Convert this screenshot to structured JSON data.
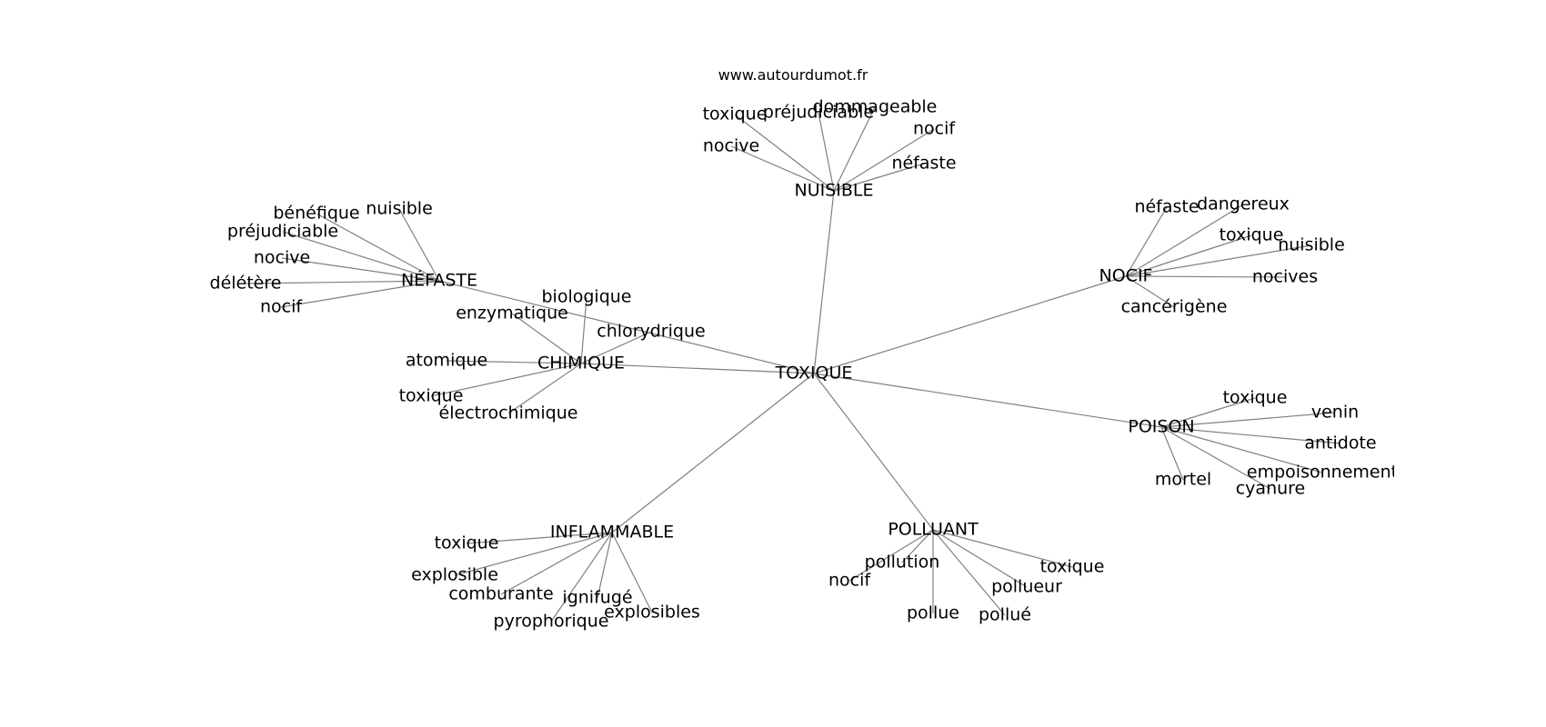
{
  "credit": "www.autourdumot.fr",
  "colors": {
    "edge": "#808080",
    "text": "#000000",
    "background": "#ffffff"
  },
  "diagram": {
    "center": "TOXIQUE",
    "hubs": [
      {
        "id": "nuisible",
        "label": "NUISIBLE",
        "words": [
          "toxique",
          "préjudiciable",
          "dommageable",
          "nocif",
          "nocive",
          "néfaste"
        ]
      },
      {
        "id": "nefaste",
        "label": "NÉFASTE",
        "words": [
          "bénéfique",
          "nuisible",
          "préjudiciable",
          "nocive",
          "délétère",
          "nocif"
        ]
      },
      {
        "id": "chimique",
        "label": "CHIMIQUE",
        "words": [
          "biologique",
          "enzymatique",
          "chlorydrique",
          "atomique",
          "toxique",
          "électrochimique"
        ]
      },
      {
        "id": "nocif",
        "label": "NOCIF",
        "words": [
          "néfaste",
          "dangereux",
          "toxique",
          "nuisible",
          "nocives",
          "cancérigène"
        ]
      },
      {
        "id": "poison",
        "label": "POISON",
        "words": [
          "toxique",
          "venin",
          "antidote",
          "empoisonnement",
          "mortel",
          "cyanure"
        ]
      },
      {
        "id": "inflammable",
        "label": "INFLAMMABLE",
        "words": [
          "toxique",
          "explosible",
          "comburante",
          "ignifugé",
          "pyrophorique",
          "explosibles"
        ]
      },
      {
        "id": "polluant",
        "label": "POLLUANT",
        "words": [
          "pollution",
          "nocif",
          "toxique",
          "pollueur",
          "pollue",
          "pollué"
        ]
      }
    ]
  }
}
